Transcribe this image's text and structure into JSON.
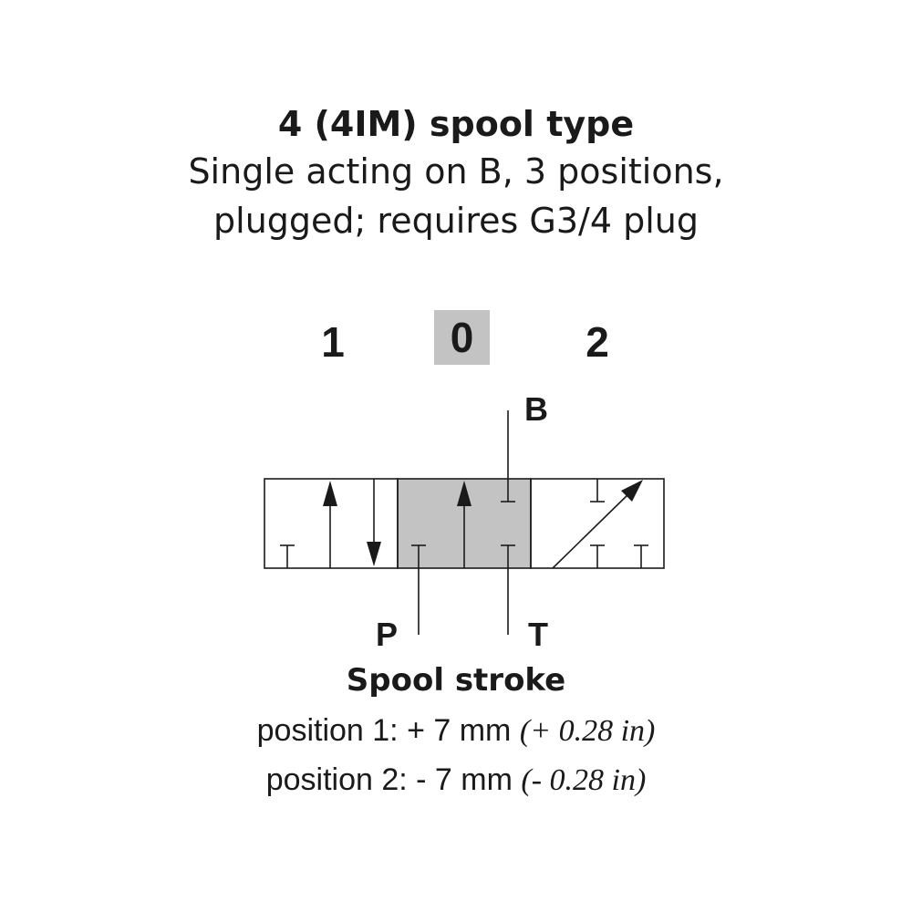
{
  "title": "4 (4IM) spool type",
  "subtitle_line1": "Single acting on B, 3 positions,",
  "subtitle_line2": "plugged; requires G3/4 plug",
  "positions": {
    "left": "1",
    "center": "0",
    "right": "2"
  },
  "ports": {
    "b": "B",
    "p": "P",
    "t": "T"
  },
  "spool_stroke": {
    "title": "Spool stroke",
    "line1_metric": "position 1: + 7 mm",
    "line1_imperial": "(+ 0.28 in)",
    "line2_metric": "position 2: - 7 mm",
    "line2_imperial": "(- 0.28 in)"
  },
  "colors": {
    "center_fill": "#c3c3c3",
    "stroke": "#1a1a1a"
  }
}
